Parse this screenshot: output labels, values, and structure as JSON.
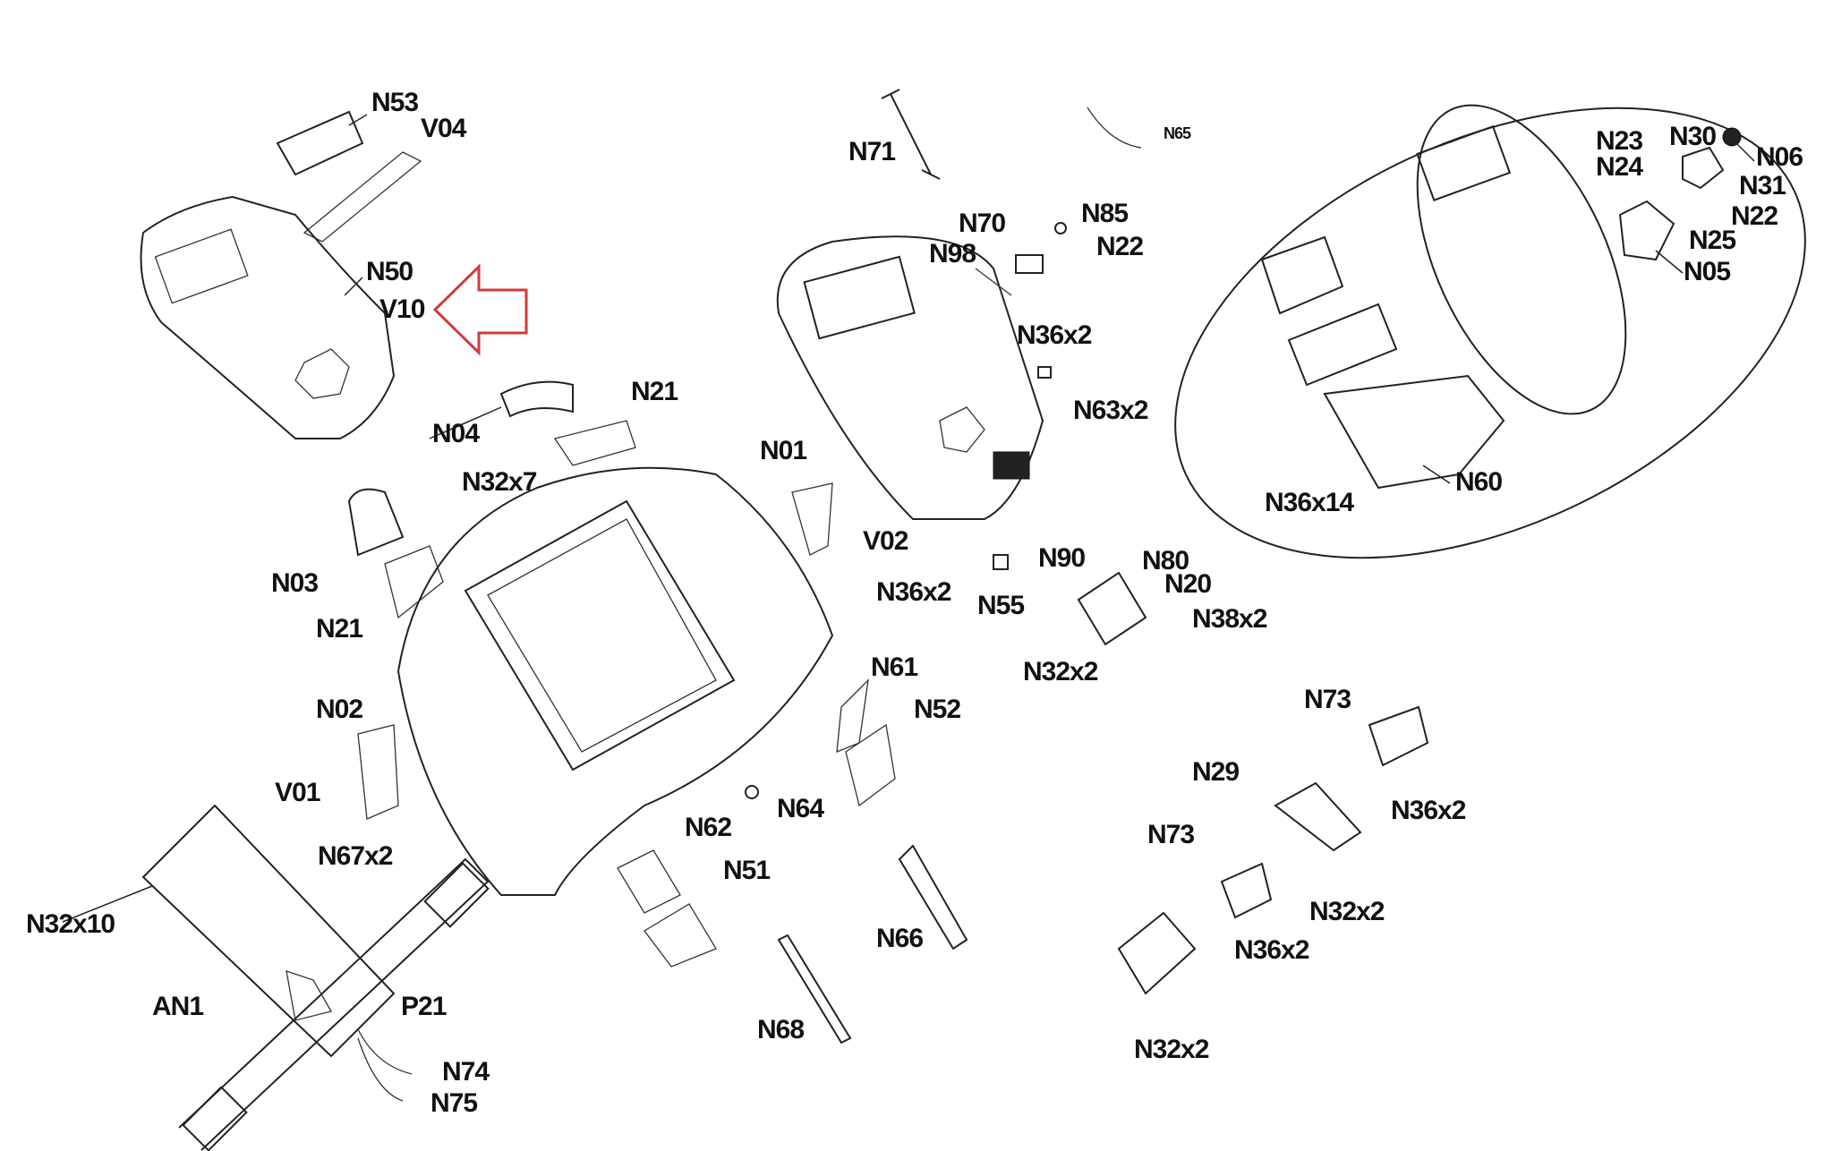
{
  "labels": {
    "n53": "N53",
    "v04": "V04",
    "n50": "N50",
    "v10": "V10",
    "n04": "N04",
    "n21a": "N21",
    "n32x7": "N32x7",
    "n03": "N03",
    "n21b": "N21",
    "n02": "N02",
    "v01": "V01",
    "n67x2": "N67x2",
    "n32x10": "N32x10",
    "an1": "AN1",
    "p21": "P21",
    "n74": "N74",
    "n75": "N75",
    "n71": "N71",
    "n65": "N65",
    "n70": "N70",
    "n85": "N85",
    "n98": "N98",
    "n22a": "N22",
    "n36x2a": "N36x2",
    "n63x2": "N63x2",
    "n01": "N01",
    "v02": "V02",
    "n90": "N90",
    "n36x2b": "N36x2",
    "n55": "N55",
    "n80": "N80",
    "n20": "N20",
    "n38x2": "N38x2",
    "n32x2a": "N32x2",
    "n61": "N61",
    "n52": "N52",
    "n64": "N64",
    "n62": "N62",
    "n51": "N51",
    "n66": "N66",
    "n68": "N68",
    "n73a": "N73",
    "n29": "N29",
    "n36x2c": "N36x2",
    "n73b": "N73",
    "n32x2b": "N32x2",
    "n36x2d": "N36x2",
    "n32x2c": "N32x2",
    "n23": "N23",
    "n30": "N30",
    "n06": "N06",
    "n24": "N24",
    "n31": "N31",
    "n22b": "N22",
    "n25": "N25",
    "n05": "N05",
    "n60": "N60",
    "n36x14": "N36x14"
  },
  "highlight": {
    "target": "V10",
    "arrow_color": "#d33a3a"
  }
}
